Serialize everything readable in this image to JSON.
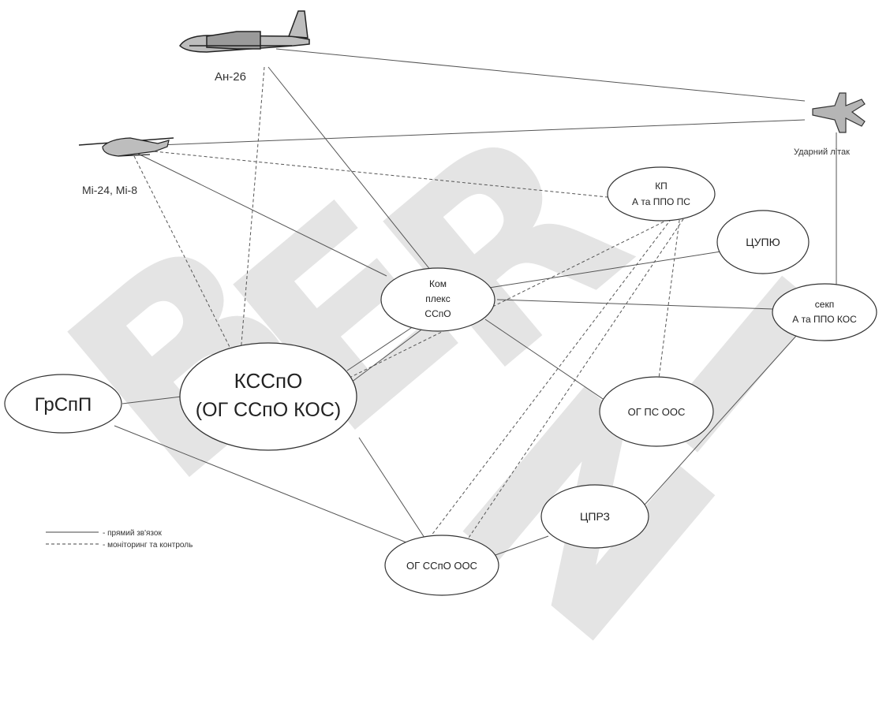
{
  "watermark": {
    "text": "BERNI",
    "color": "#e4e4e4"
  },
  "aircraft": {
    "an26": {
      "label": "Ан-26",
      "icon": "transport-plane-icon"
    },
    "mi24": {
      "label": "Mi-24, Mi-8",
      "icon": "helicopter-icon"
    },
    "strike": {
      "label": "Ударний літак",
      "icon": "fighter-jet-icon"
    }
  },
  "nodes": {
    "kp_line1": "КП",
    "kp_line2": "А та ППО ПС",
    "tsupyu": "ЦУПЮ",
    "kompleks_line1": "Ком",
    "kompleks_line2": "плекс",
    "kompleks_line3": "ССпО",
    "sekp_line1": "секп",
    "sekp_line2": "А та ППО КОС",
    "grspp": "ГрСпП",
    "kosspo_line1": "КССпО",
    "kosspo_line2": "(ОГ ССпО КОС)",
    "og_ps": "ОГ ПС ООС",
    "tsprz": "ЦПРЗ",
    "og_sspo": "ОГ ССпО ООС"
  },
  "legend": {
    "solid_label": "- прямий зв'язок",
    "dashed_label": "- моніторинг та контроль"
  }
}
